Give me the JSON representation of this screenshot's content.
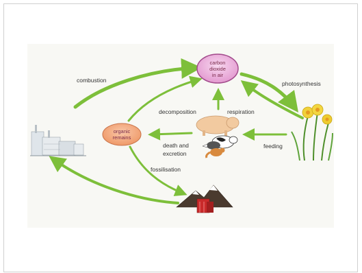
{
  "diagram": {
    "nodes": {
      "air": {
        "line1": "carbon",
        "line2": "dioxide",
        "line3": "in air"
      },
      "organic": {
        "line1": "organic",
        "line2": "remains"
      }
    },
    "labels": {
      "combustion": "combustion",
      "photosynthesis": "photosynthesis",
      "decomposition": "decomposition",
      "respiration": "respiration",
      "death": "death and",
      "excretion": "excretion",
      "feeding": "feeding",
      "fossilisation": "fossilisation"
    },
    "icons": [
      "factory-icon",
      "plant-icon",
      "pig-icon",
      "cow-icon",
      "badger-icon",
      "fox-icon",
      "mountains-icon",
      "fossil-fuel-icon"
    ],
    "colors": {
      "arrow": "#7dbf3a",
      "air_node": "#e9a6d8",
      "organic_node": "#f4a77c"
    }
  }
}
